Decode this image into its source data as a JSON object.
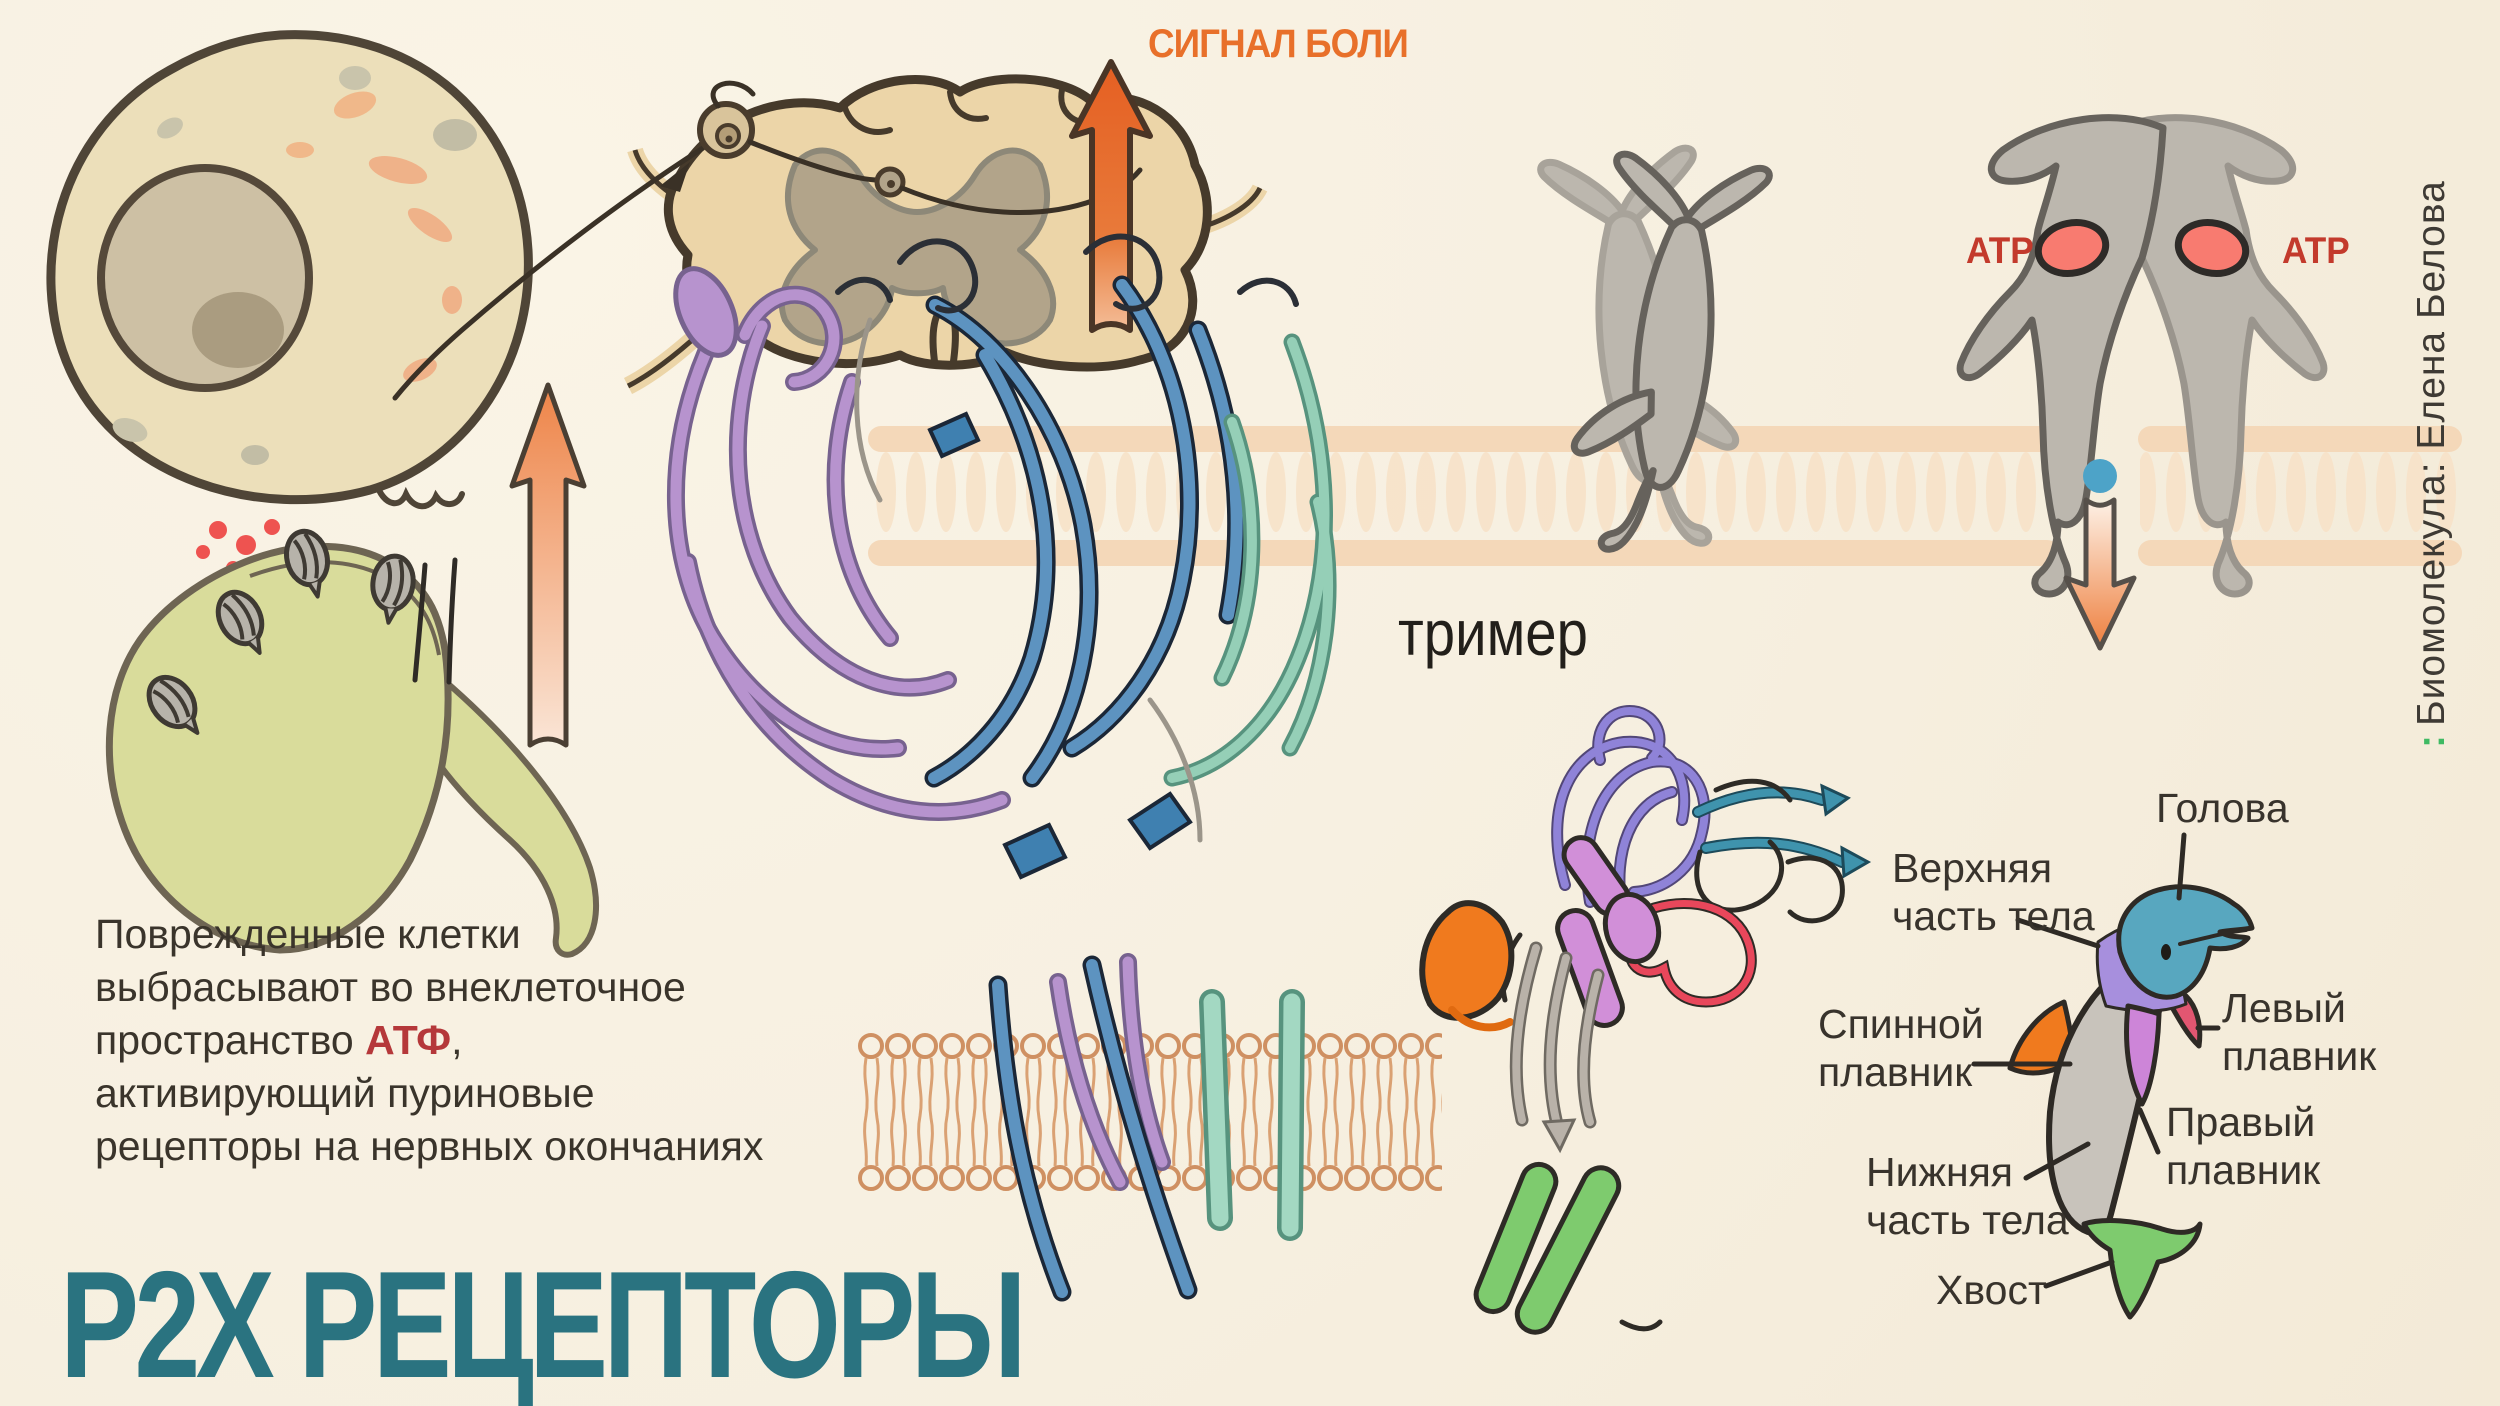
{
  "poster_title": "P2X РЕЦЕПТОРЫ",
  "header": {
    "pain_signal": "СИГНАЛ БОЛИ"
  },
  "labels": {
    "trimer": "тример",
    "atp_left": "ATP",
    "atp_right": "ATP"
  },
  "paragraph": {
    "line1": "Поврежденные клетки",
    "line2": "выбрасывают во внеклеточное",
    "line3_prefix": "пространство ",
    "line3_highlight": "АТФ",
    "line3_suffix": ",",
    "line4": "активирующий пуриновые",
    "line5": "рецепторы на нервных окончаниях"
  },
  "credit": {
    "logo_colon": ":",
    "text": "Биомолекула: Елена Белова"
  },
  "dolphin_diagram": {
    "head": "Голова",
    "upper_body": "Верхняя\nчасть тела",
    "left_fin": "Левый\nплавник",
    "dorsal_fin": "Спинной\nплавник",
    "right_fin": "Правый\nплавник",
    "lower_body": "Нижняя\nчасть тела",
    "tail": "Хвост"
  },
  "colors": {
    "background": "#f7f0e1",
    "title_teal": "#2a7380",
    "signal_orange": "#e8702a",
    "atp_text_red": "#c33a2c",
    "atp_highlight_red": "#b5383a",
    "atp_site_salmon": "#f87b70",
    "logo_green": "#3fba63",
    "cell_beige": "#ecdfba",
    "nerve_green": "#d9dc9b",
    "dolphin_gray": "#bcb7ae",
    "membrane_peach": "#f4d8b9",
    "subunit_head_blue": "#58a7bf",
    "subunit_upper_purple": "#a78fdd",
    "subunit_dorsal_orange": "#f07a1e",
    "subunit_leftfin_red": "#e25671",
    "subunit_rightfin_pink": "#cd85d8",
    "subunit_lower_gray": "#c8c3bb",
    "subunit_tail_green": "#7ecb6e"
  }
}
